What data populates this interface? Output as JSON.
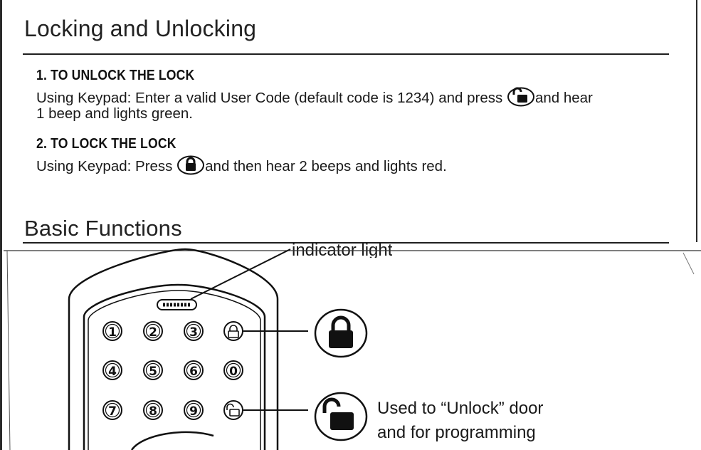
{
  "sections": {
    "locking_title": "Locking and Unlocking",
    "basic_title": "Basic Functions"
  },
  "steps": [
    {
      "title": "1. TO UNLOCK THE LOCK",
      "line1_before_icon": "Using Keypad: Enter a valid User Code (default code is 1234) and press",
      "line1_after_icon": "and hear",
      "line2": "1 beep and lights green."
    },
    {
      "title": "2. TO LOCK THE LOCK",
      "line1_before_icon": "Using Keypad: Press",
      "line1_after_icon": "and then hear 2 beeps and lights red."
    }
  ],
  "diagram": {
    "indicator_label": "indicator light",
    "unlock_callout_line1": "Used to “Unlock” door",
    "unlock_callout_line2": "and for programming",
    "keys": [
      "1",
      "2",
      "3",
      "4",
      "5",
      "6",
      "0",
      "7",
      "8",
      "9"
    ],
    "icons": [
      "lock-icon",
      "unlock-icon"
    ]
  }
}
